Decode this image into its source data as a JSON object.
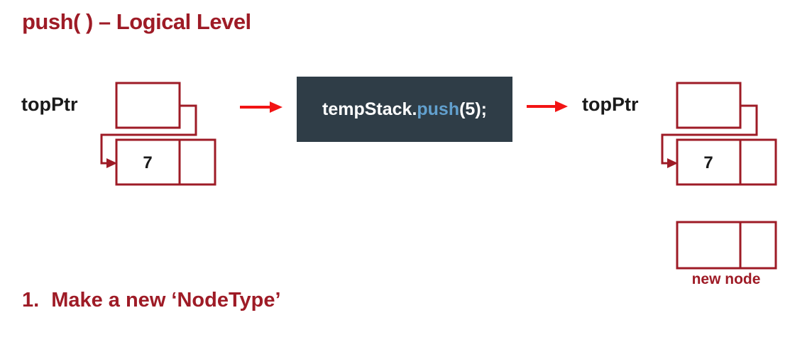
{
  "title": "push( ) – Logical Level",
  "colors": {
    "dark_red": "#9E1B26",
    "arrow_red": "#F21414",
    "code_bg": "#2F3D47",
    "code_white": "#FFFFFF",
    "code_blue": "#62A0CE",
    "label_black": "#1A1A1A"
  },
  "left_diagram": {
    "pointer_label": "topPtr",
    "node_value": "7"
  },
  "code_box": {
    "segments": [
      {
        "text": "tempStack."
      },
      {
        "text": "push"
      },
      {
        "text": "(5);"
      }
    ]
  },
  "right_diagram": {
    "pointer_label": "topPtr",
    "node_value": "7"
  },
  "new_node": {
    "label": "new node"
  },
  "step": {
    "number": "1.",
    "text": "Make a new ‘NodeType’"
  }
}
